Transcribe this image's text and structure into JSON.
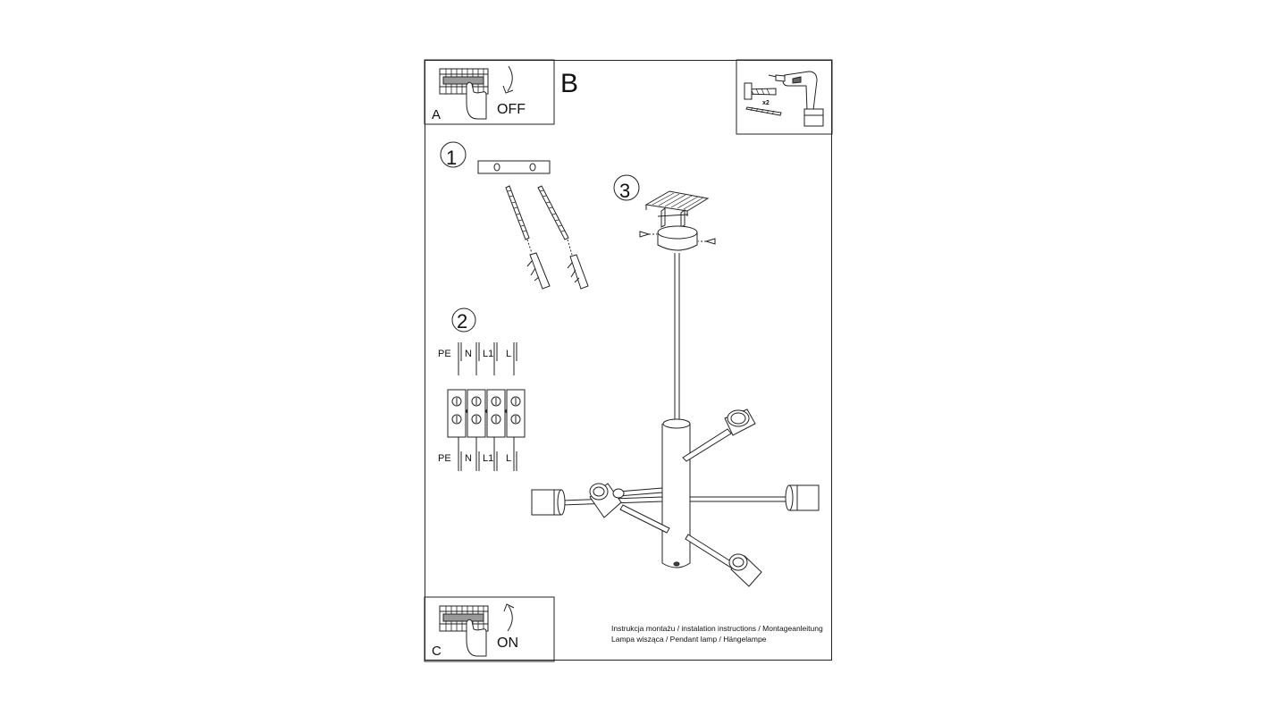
{
  "sheet": {
    "panel_a": {
      "letter": "A",
      "power_label": "OFF"
    },
    "step_b_letter": "B",
    "tools_panel": {
      "quantity_label": "x2",
      "icons": [
        "screw-anchor-icon",
        "screw-icon",
        "drill-icon"
      ]
    },
    "step_1": {
      "number": "1"
    },
    "step_2": {
      "number": "2",
      "wires_top": [
        "PE",
        "N",
        "L1",
        "L"
      ],
      "wires_bottom": [
        "PE",
        "N",
        "L1",
        "L"
      ]
    },
    "step_3": {
      "number": "3"
    },
    "panel_c": {
      "letter": "C",
      "power_label": "ON"
    },
    "caption": {
      "line1": "Instrukcja montażu / instalation instructions / Montageanleitung",
      "line2": "Lampa wisząca / Pendant lamp / Hängelampe"
    }
  }
}
